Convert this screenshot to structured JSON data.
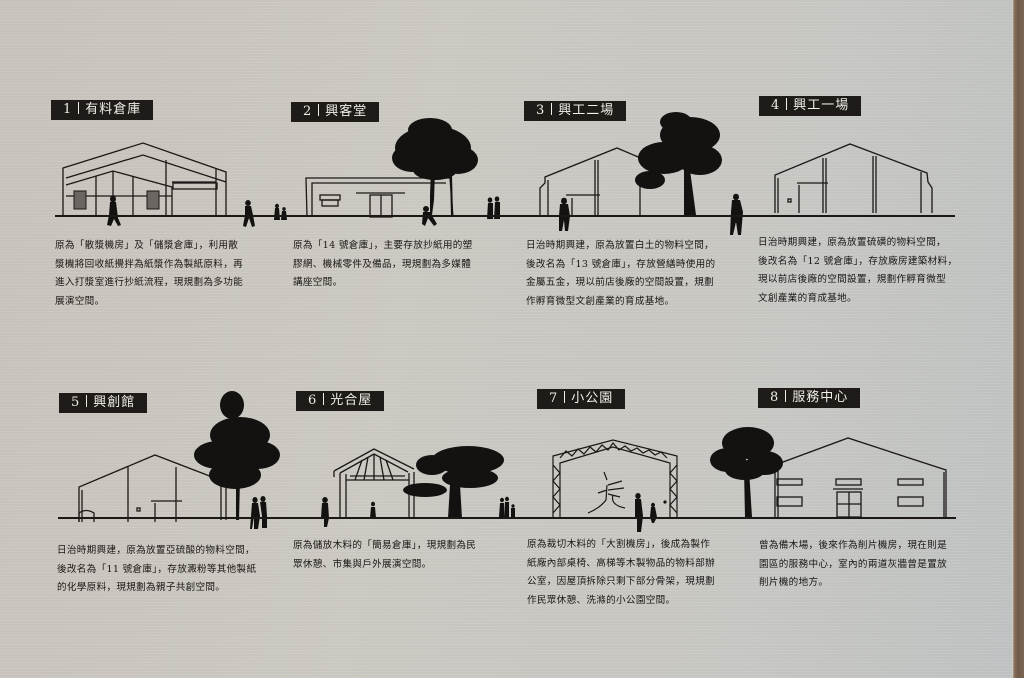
{
  "panels": [
    {
      "number": "1",
      "title": "有料倉庫",
      "description": [
        "原為「散漿機房」及「儲漿倉庫」，利用散",
        "漿機將回收紙攪拌為紙漿作為製紙原料，再",
        "進入打漿室進行抄紙流程，現規劃為多功能",
        "展演空間。"
      ]
    },
    {
      "number": "2",
      "title": "興客堂",
      "description": [
        "原為「14 號倉庫」，主要存放抄紙用的塑",
        "膠網、機械零件及備品，現規劃為多媒體",
        "講座空間。"
      ]
    },
    {
      "number": "3",
      "title": "興工二場",
      "description": [
        "日治時期興建，原為放置白土的物料空間，",
        "後改名為「13 號倉庫」，存放營繕時使用的",
        "金屬五金，現以前店後廠的空間設置，規劃",
        "作孵育微型文創產業的育成基地。"
      ]
    },
    {
      "number": "4",
      "title": "興工一場",
      "description": [
        "日治時期興建，原為放置硫磺的物料空間，",
        "後改名為「12 號倉庫」，存放廠房建築材料，",
        "現以前店後廠的空間設置，規劃作孵育微型",
        "文創產業的育成基地。"
      ]
    },
    {
      "number": "5",
      "title": "興創館",
      "description": [
        "日治時期興建，原為放置亞硫酸的物料空間，",
        "後改名為「11 號倉庫」，存放澱粉等其他製紙",
        "的化學原料，現規劃為親子共創空間。"
      ]
    },
    {
      "number": "6",
      "title": "光合屋",
      "description": [
        "原為儲放木料的「簡易倉庫」，現規劃為民",
        "眾休憩、市集與戶外展演空間。"
      ]
    },
    {
      "number": "7",
      "title": "小公園",
      "description": [
        "原為裁切木料的「大割機房」，後成為製作",
        "紙廠內部桌椅、高梯等木製物品的物料部辦",
        "公室，因屋頂拆除只剩下部分骨架，現規劃",
        "作民眾休憩、洗滌的小公園空間。"
      ]
    },
    {
      "number": "8",
      "title": "服務中心",
      "description": [
        "曾為備木場，後來作為削片機房，現在則是",
        "園區的服務中心，室內的兩道灰牆曾是置放",
        "削片機的地方。"
      ]
    }
  ],
  "colors": {
    "label_bg": "#1e1b19",
    "label_text": "#f2efe9",
    "ink": "#1a1715",
    "board": "#cbc7c1",
    "wood_frame": "#6f5a48"
  }
}
